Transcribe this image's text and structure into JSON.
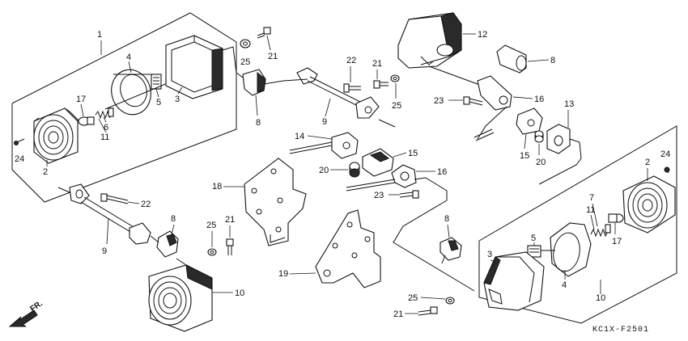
{
  "diagram": {
    "code": "KC1X-F2501",
    "direction_label": "FR.",
    "callouts": {
      "c_1": "1",
      "c_4_left": "4",
      "c_17_left": "17",
      "c_6": "6",
      "c_11_left": "11",
      "c_5_left": "5",
      "c_3_left": "3",
      "c_24_left": "24",
      "c_2_left": "2",
      "c_25_top": "25",
      "c_21_top": "21",
      "c_8_left": "8",
      "c_9_top": "9",
      "c_22_top": "22",
      "c_21_mid": "21",
      "c_25_mid": "25",
      "c_12": "12",
      "c_8_right": "8",
      "c_16_top": "16",
      "c_23_top": "23",
      "c_13": "13",
      "c_15_right": "15",
      "c_20_right": "20",
      "c_14": "14",
      "c_15_mid": "15",
      "c_20_mid": "20",
      "c_16_mid": "16",
      "c_18": "18",
      "c_23_mid": "23",
      "c_22_bottom": "22",
      "c_9_bottom": "9",
      "c_8_bottom_left": "8",
      "c_25_bottom_left": "25",
      "c_21_bottom_left": "21",
      "c_10_left": "10",
      "c_19": "19",
      "c_8_bottom_mid": "8",
      "c_25_bottom": "25",
      "c_21_bottom": "21",
      "c_24_right": "24",
      "c_2_right": "2",
      "c_7": "7",
      "c_11_right": "11",
      "c_17_right": "17",
      "c_5_right": "5",
      "c_3_right": "3",
      "c_4_right": "4",
      "c_10_right": "10"
    }
  }
}
